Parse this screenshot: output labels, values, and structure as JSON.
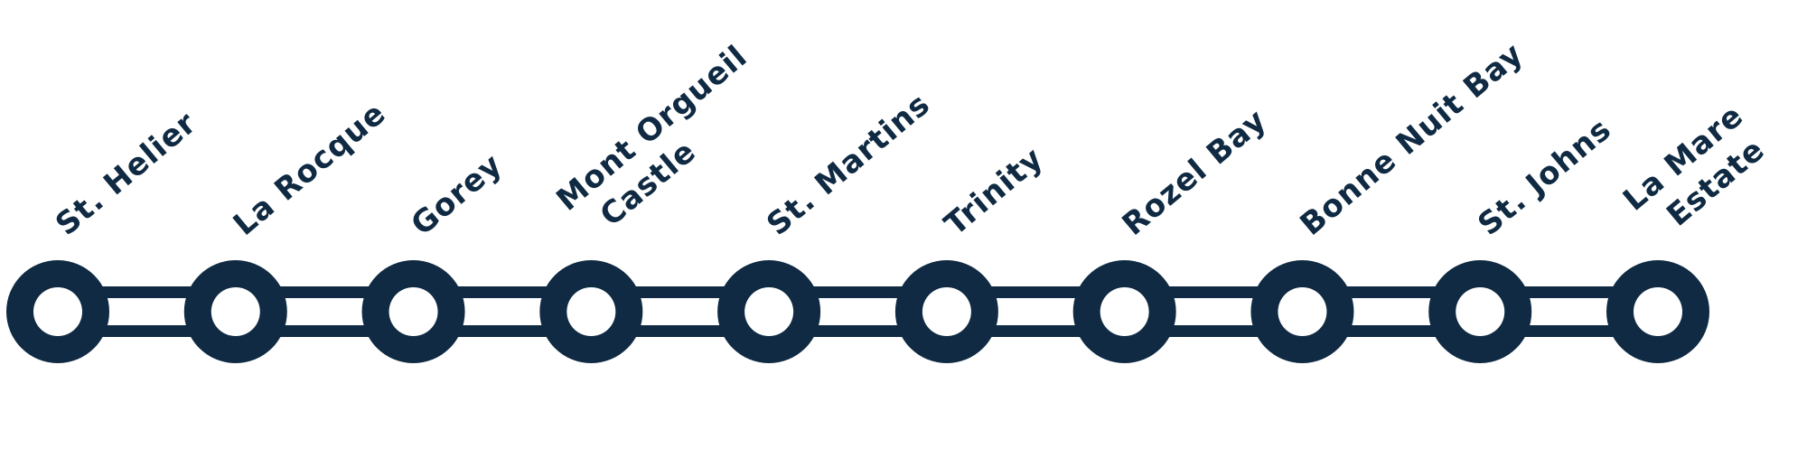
{
  "colors": {
    "line": "#0f2a42",
    "stop_fill": "#ffffff",
    "background": "#ffffff"
  },
  "stops": [
    {
      "lines": [
        "St. Helier"
      ]
    },
    {
      "lines": [
        "La Rocque"
      ]
    },
    {
      "lines": [
        "Gorey"
      ]
    },
    {
      "lines": [
        "Mont Orgueil",
        "Castle"
      ]
    },
    {
      "lines": [
        "St. Martins"
      ]
    },
    {
      "lines": [
        "Trinity"
      ]
    },
    {
      "lines": [
        "Rozel Bay"
      ]
    },
    {
      "lines": [
        "Bonne Nuit Bay"
      ]
    },
    {
      "lines": [
        "St. Johns"
      ]
    },
    {
      "lines": [
        "La Mare",
        "Estate"
      ]
    }
  ]
}
